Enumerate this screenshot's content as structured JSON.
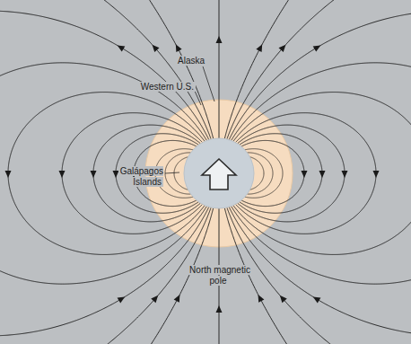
{
  "diagram": {
    "labels": [
      "Alaska",
      "Western U.S.",
      "Galápagos Islands",
      "North magnetic pole"
    ]
  }
}
